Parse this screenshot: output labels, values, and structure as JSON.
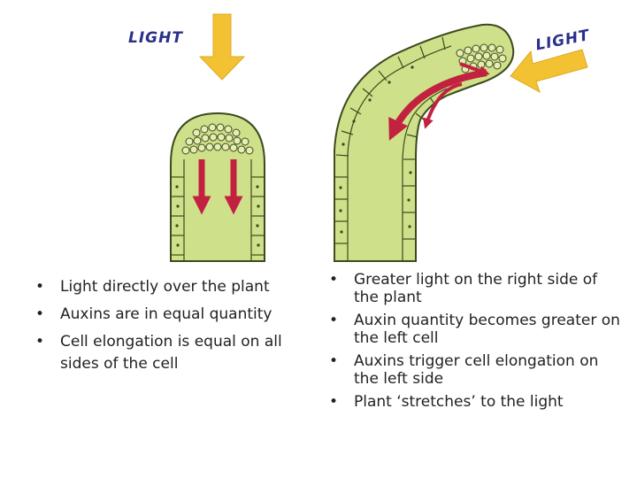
{
  "diagram": {
    "left_light_label": "LIGHT",
    "right_light_label": "LIGHT",
    "colors": {
      "tissue": "#cfe08a",
      "cell_outline": "#3c4a1c",
      "auxin_arrow": "#c2213f",
      "light_arrow": "#f2c232",
      "label_text": "#2a2f8c"
    }
  },
  "left_bullets": [
    "Light directly over the plant",
    "Auxins are in equal quantity",
    "Cell elongation is equal on all sides of the cell"
  ],
  "right_bullets": [
    "Greater light on the right side of the plant",
    "Auxin quantity becomes greater on the left cell",
    "Auxins trigger cell elongation on the left side",
    "Plant ‘stretches’ to the light"
  ]
}
